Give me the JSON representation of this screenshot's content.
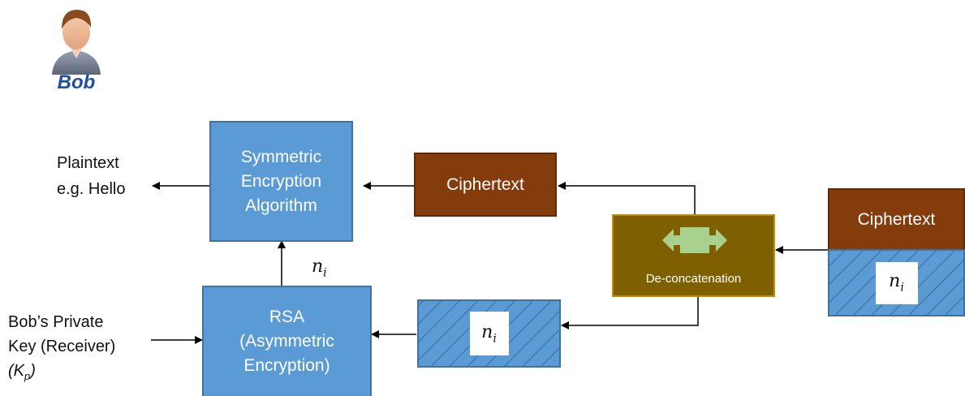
{
  "actor": {
    "name": "Bob",
    "icon": "person-icon"
  },
  "plaintext": {
    "line1": "Plaintext",
    "line2": "e.g. Hello"
  },
  "symmetric": {
    "line1": "Symmetric",
    "line2": "Encryption",
    "line3": "Algorithm"
  },
  "ciphertext_mid": "Ciphertext",
  "ciphertext_input": "Ciphertext",
  "deconcat": "De-concatenation",
  "rsa": {
    "line1": "RSA",
    "line2": "(Asymmetric",
    "line3": "Encryption)"
  },
  "private_key": {
    "line1": "Bob’s Private",
    "line2": "Key (Receiver)",
    "line3": "(Kp)"
  },
  "nonce_symbol": "n",
  "nonce_sub": "i",
  "colors": {
    "box_blue": "#5b9bd5",
    "box_brown": "#843c0c",
    "box_olive": "#7f6000",
    "arrow_green": "#a9d18e"
  }
}
